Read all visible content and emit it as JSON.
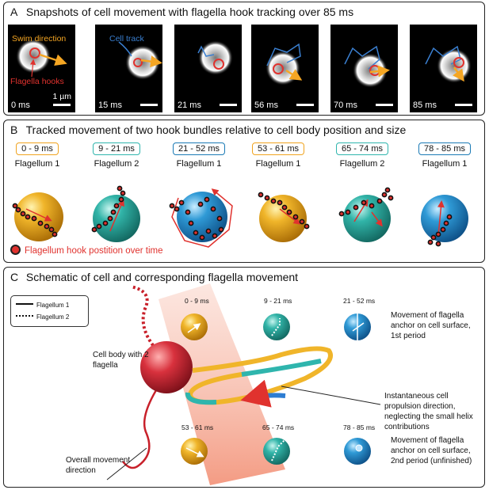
{
  "panel_a": {
    "letter": "A",
    "title": "Snapshots of cell movement with flagella hook tracking over 85 ms",
    "labels": {
      "swim_direction": "Swim direction",
      "flagella_hooks": "Flagella hooks",
      "cell_track": "Cell track",
      "scale_bar": "1 µm"
    },
    "frames": [
      "0 ms",
      "15 ms",
      "21 ms",
      "56 ms",
      "70 ms",
      "85 ms"
    ]
  },
  "panel_b": {
    "letter": "B",
    "title": "Tracked movement of two hook bundles relative to cell body position and size",
    "intervals": [
      {
        "time": "0 - 9 ms",
        "flagellum": "Flagellum 1",
        "color": "#f0a31f"
      },
      {
        "time": "9 - 21 ms",
        "flagellum": "Flagellum 2",
        "color": "#2fb5ad"
      },
      {
        "time": "21 - 52 ms",
        "flagellum": "Flagellum 1",
        "color": "#1a7ab5"
      },
      {
        "time": "53 - 61 ms",
        "flagellum": "Flagellum 1",
        "color": "#f0a31f"
      },
      {
        "time": "65 - 74 ms",
        "flagellum": "Flagellum 2",
        "color": "#2fb5ad"
      },
      {
        "time": "78 - 85 ms",
        "flagellum": "Flagellum 1",
        "color": "#1a7ab5"
      }
    ],
    "legend": "Flagellum hook postition over time"
  },
  "panel_c": {
    "letter": "C",
    "title": "Schematic of cell and corresponding flagella movement",
    "legend": {
      "solid": "Flagellum 1",
      "dotted": "Flagellum 2"
    },
    "cell_body_label": "Cell body with 2 flagella",
    "overall_direction": "Overall movement direction",
    "propulsion": "Instantaneous cell propulsion direction, neglecting the small helix contributions",
    "period1": "Movement of flagella anchor on cell surface, 1st period",
    "period2": "Movement of flagella anchor on cell surface, 2nd period (unfinished)",
    "times_top": [
      "0 - 9 ms",
      "9 - 21 ms",
      "21 - 52 ms"
    ],
    "times_bottom": [
      "53 - 61 ms",
      "65 - 74 ms",
      "78 - 85 ms"
    ]
  },
  "colors": {
    "yellow": "#f0a31f",
    "teal": "#2fb5ad",
    "blue": "#1a7ab5",
    "red": "#e0322e",
    "orange_arrow": "#f5a623",
    "track_blue": "#3a7fd0"
  }
}
